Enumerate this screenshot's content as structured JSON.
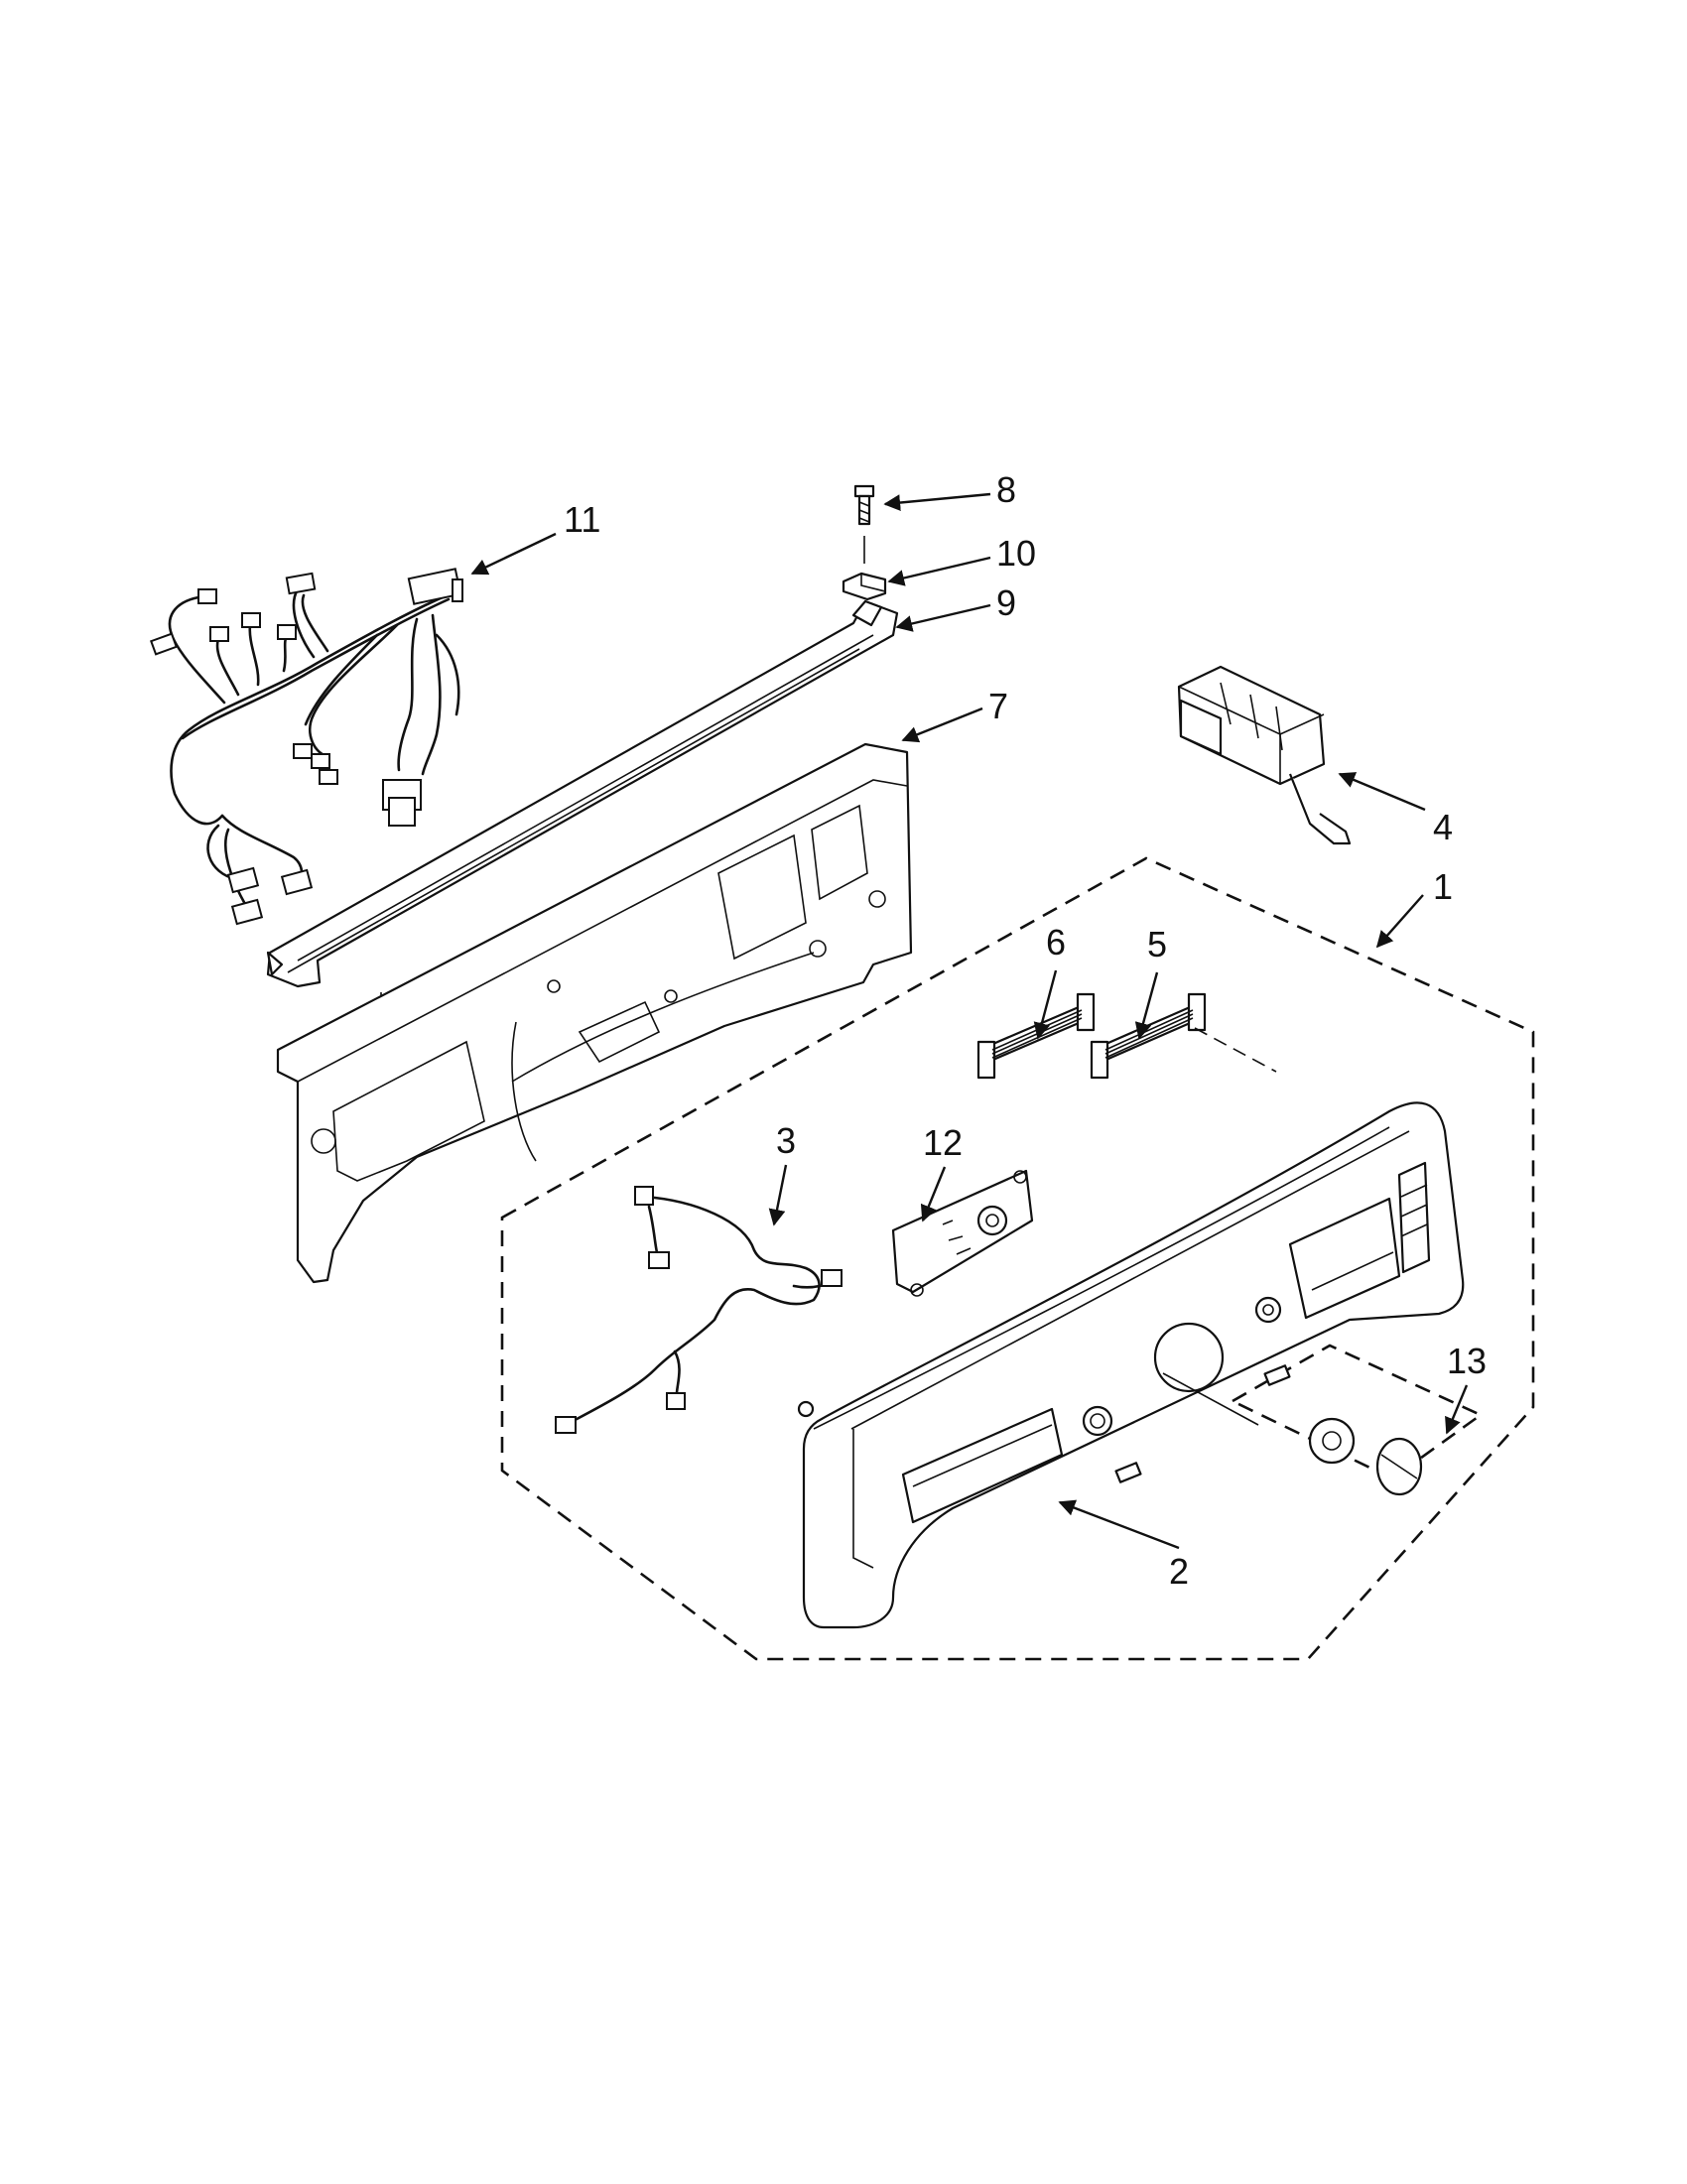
{
  "diagram": {
    "callouts": [
      {
        "id": "1",
        "label": "1"
      },
      {
        "id": "2",
        "label": "2"
      },
      {
        "id": "3",
        "label": "3"
      },
      {
        "id": "4",
        "label": "4"
      },
      {
        "id": "5",
        "label": "5"
      },
      {
        "id": "6",
        "label": "6"
      },
      {
        "id": "7",
        "label": "7"
      },
      {
        "id": "8",
        "label": "8"
      },
      {
        "id": "9",
        "label": "9"
      },
      {
        "id": "10",
        "label": "10"
      },
      {
        "id": "11",
        "label": "11"
      },
      {
        "id": "12",
        "label": "12"
      },
      {
        "id": "13",
        "label": "13"
      }
    ],
    "colors": {
      "ink": "#111111",
      "paper": "#ffffff"
    }
  }
}
